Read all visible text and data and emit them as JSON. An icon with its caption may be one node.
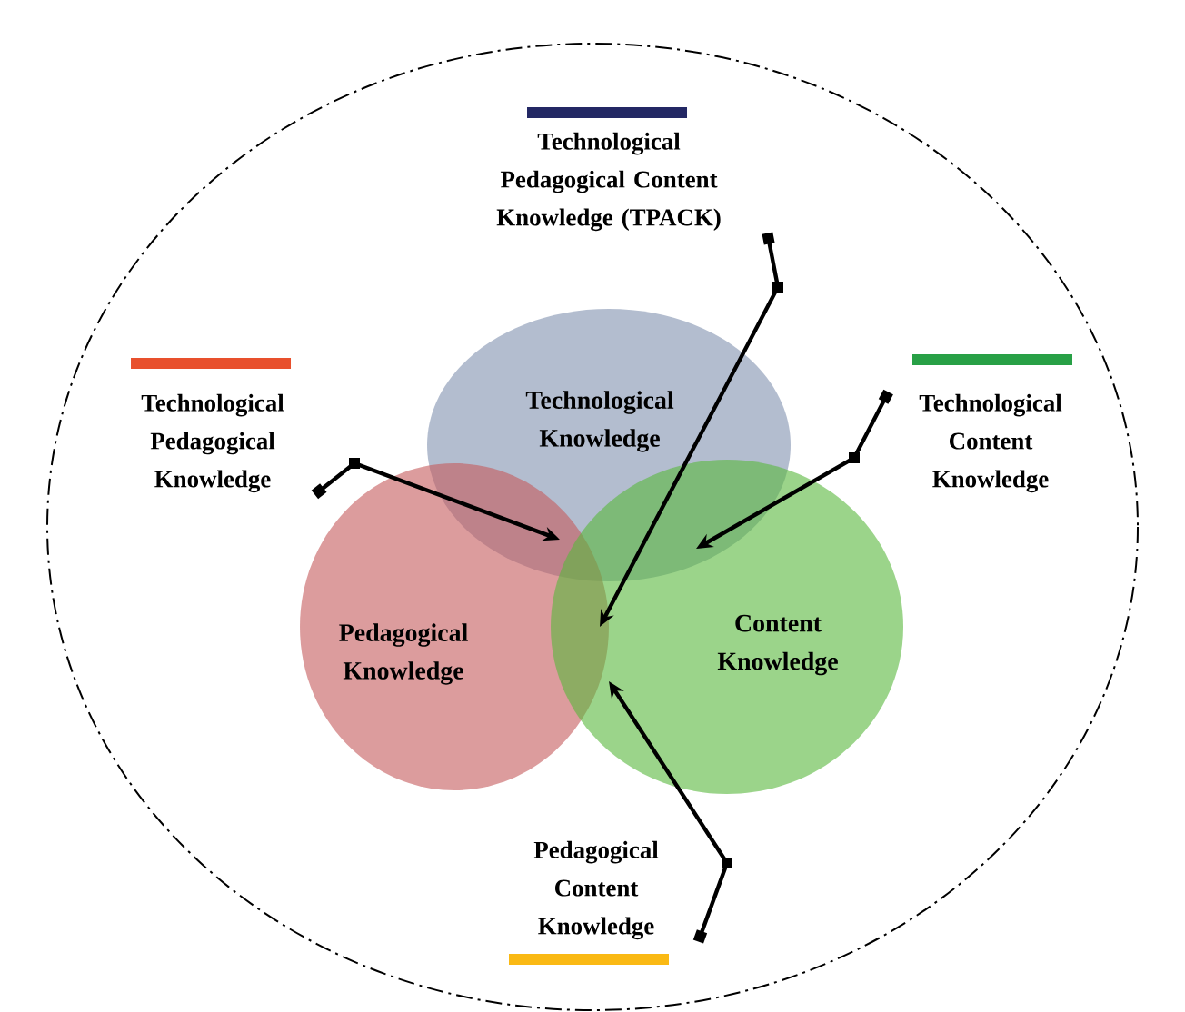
{
  "diagram": {
    "nodes": [
      {
        "text": [
          "Technological Pedagogical Content Knowledge (TPACK)"
        ]
      },
      {
        "text": [
          "Technological Pedagogical Knowledge"
        ]
      },
      {
        "text": [
          "Technological Knowledge"
        ]
      },
      {
        "text": [
          "Technological Content Knowledge"
        ]
      },
      {
        "text": [
          "Pedagogical Knowledge"
        ]
      },
      {
        "text": [
          "Content Knowledge"
        ]
      },
      {
        "text": [
          "Pedagogical Content Knowledge"
        ]
      }
    ],
    "edges": [
      {
        "from": 0,
        "to": 4,
        "arrow": "to"
      },
      {
        "from": 1,
        "to": 2,
        "arrow": "to"
      },
      {
        "from": 3,
        "to": 2,
        "arrow": "to"
      },
      {
        "from": 6,
        "to": 5,
        "arrow": "to"
      }
    ]
  }
}
